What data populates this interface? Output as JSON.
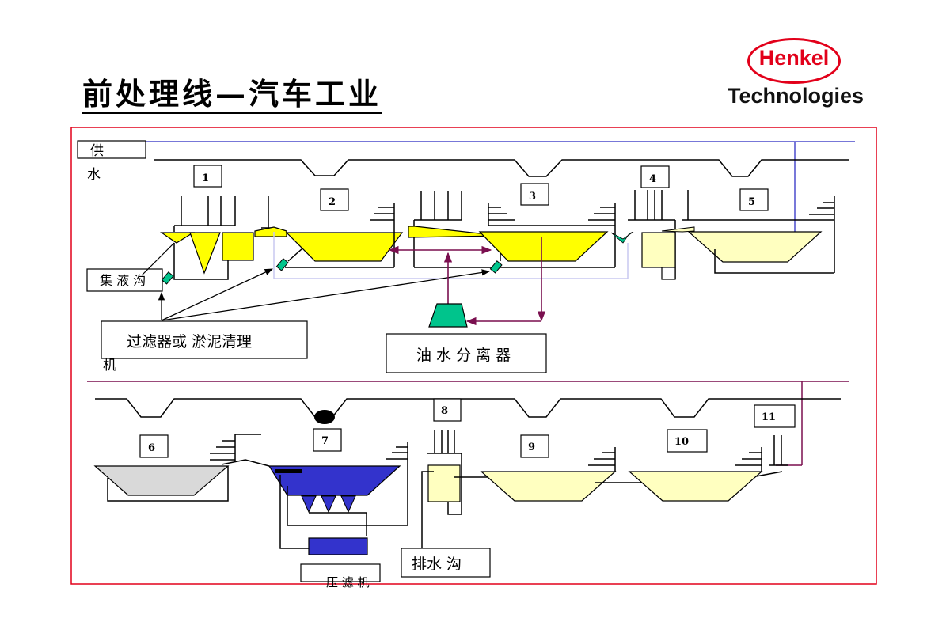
{
  "slide": {
    "title": "前处理线—汽车工业",
    "logo": {
      "brand": "Henkel",
      "subtitle": "Technologies",
      "brand_color": "#e2001a"
    }
  },
  "colors": {
    "frame": "#e2001a",
    "water_supply_line": "#4a4acc",
    "return_line": "#7a0f4f",
    "yellow_tank": "#ffff00",
    "pale_tank": "#ffffc0",
    "grey_tank": "#d9d9d9",
    "blue_tank": "#3333cc",
    "teal": "#00c48c",
    "overflow_line": "#c8c8f0"
  },
  "diagram": {
    "stations": [
      {
        "id": "1",
        "label": "1"
      },
      {
        "id": "2",
        "label": "2"
      },
      {
        "id": "3",
        "label": "3"
      },
      {
        "id": "4",
        "label": "4"
      },
      {
        "id": "5",
        "label": "5"
      },
      {
        "id": "6",
        "label": "6"
      },
      {
        "id": "7",
        "label": "7"
      },
      {
        "id": "8",
        "label": "8"
      },
      {
        "id": "9",
        "label": "9"
      },
      {
        "id": "10",
        "label": "10"
      },
      {
        "id": "11",
        "label": "11"
      }
    ],
    "labels": {
      "water_supply_1": "供",
      "water_supply_2": "水",
      "collection_trench": "集 液 沟",
      "filter_sludge_1": "过滤器或 淤泥清理",
      "filter_sludge_2": "机",
      "oil_water_separator": "油 水 分 离 器",
      "drain_trench": "排水 沟",
      "filter_press": "压 滤 机"
    }
  }
}
